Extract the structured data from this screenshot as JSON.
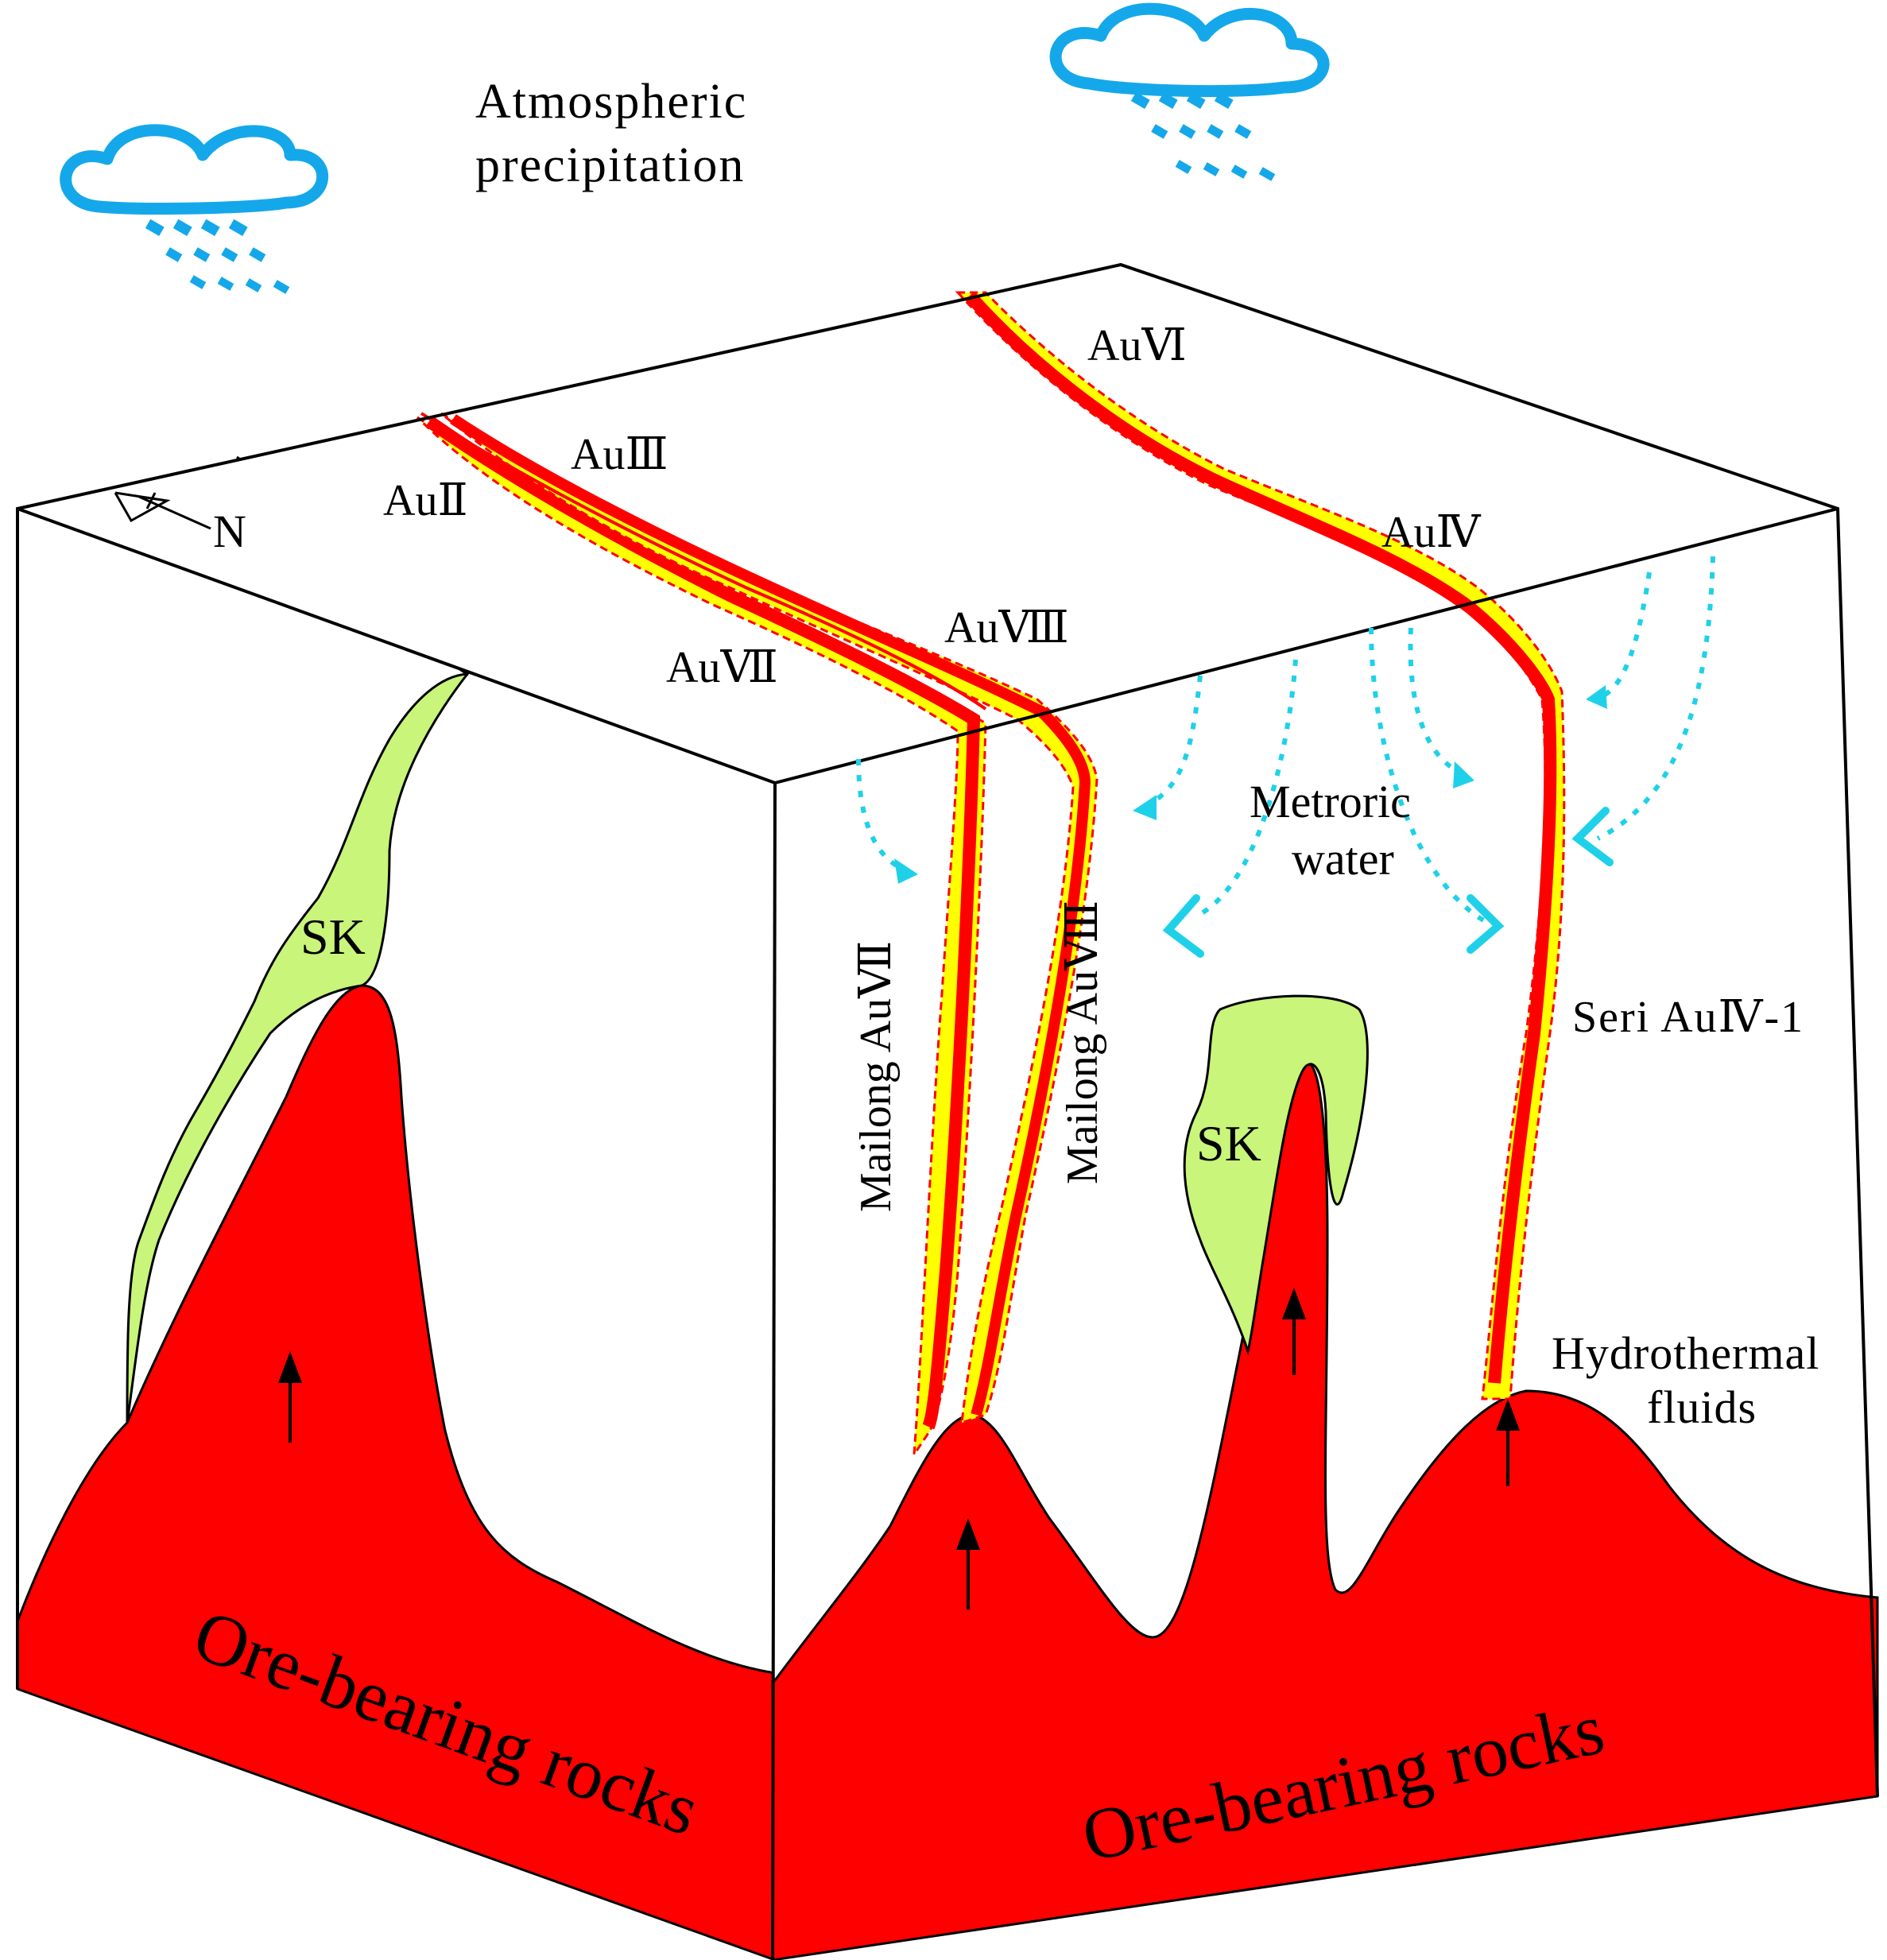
{
  "labels": {
    "atmospheric_line1": "Atmospheric",
    "atmospheric_line2": "precipitation",
    "north": "N",
    "au2": "AuⅡ",
    "au3": "AuⅢ",
    "au6": "AuⅥ",
    "au4": "AuⅣ",
    "au7": "AuⅦ",
    "au8": "AuⅧ",
    "sk_left": "SK",
    "sk_right": "SK",
    "mailong7": "Mailong AuⅦ",
    "mailong8": "Mailong AuⅧ",
    "metroric_line1": "Metroric",
    "metroric_line2": "water",
    "seri": "Seri  AuⅣ-1",
    "hydro_line1": "Hydrothermal",
    "hydro_line2": "fluids",
    "ore_left": "Ore-bearing rocks",
    "ore_right": "Ore-bearing rocks"
  },
  "colors": {
    "ore_red": "#ff0000",
    "vein_yellow": "#ffff00",
    "skarn_green": "#c8f57a",
    "water_cyan": "#1fd1e8",
    "rain_blue": "#14a8ea",
    "outline": "#000000"
  },
  "icons": [
    "rain-cloud-icon",
    "north-arrow-icon",
    "up-arrow-icon",
    "water-flow-arrow-icon"
  ]
}
